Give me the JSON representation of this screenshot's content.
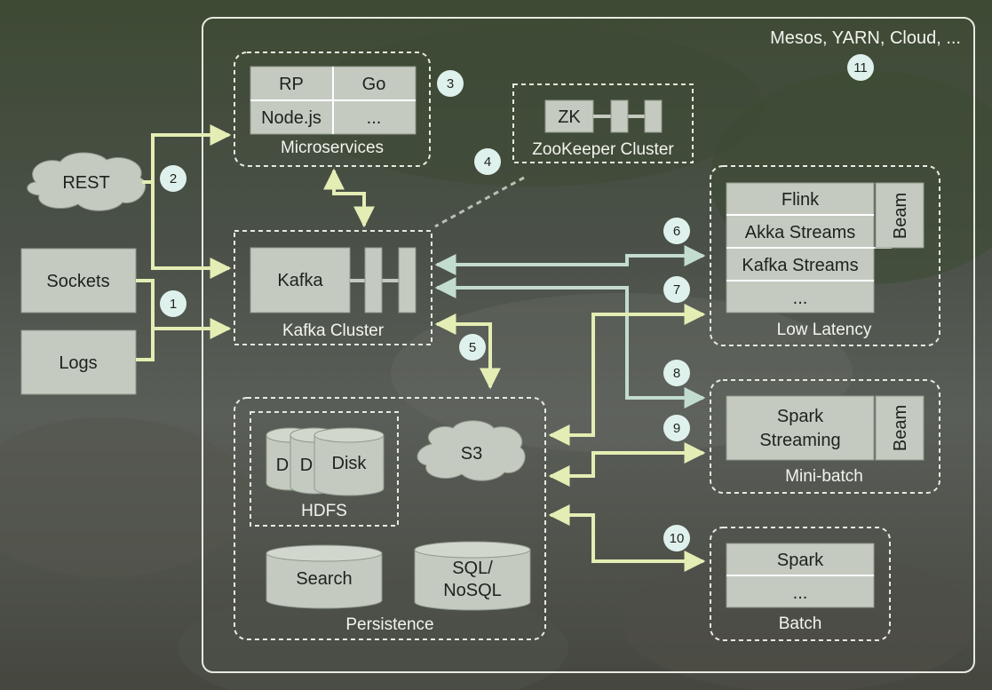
{
  "platform": {
    "label": "Mesos, YARN, Cloud, ...",
    "badge": "11"
  },
  "sources": {
    "rest": "REST",
    "sockets": "Sockets",
    "logs": "Logs"
  },
  "microservices": {
    "caption": "Microservices",
    "cells": [
      "RP",
      "Go",
      "Node.js",
      "..."
    ],
    "badge": "3"
  },
  "zookeeper": {
    "caption": "ZooKeeper Cluster",
    "node": "ZK",
    "badge": "4"
  },
  "kafka": {
    "caption": "Kafka Cluster",
    "node": "Kafka"
  },
  "low_latency": {
    "caption": "Low Latency",
    "engines": [
      "Flink",
      "Akka Streams",
      "Kafka Streams",
      "..."
    ],
    "beam": "Beam"
  },
  "mini_batch": {
    "caption": "Mini-batch",
    "engine_line1": "Spark",
    "engine_line2": "Streaming",
    "beam": "Beam"
  },
  "batch": {
    "caption": "Batch",
    "engines": [
      "Spark",
      "..."
    ]
  },
  "persistence": {
    "caption": "Persistence",
    "hdfs_caption": "HDFS",
    "disk_partial": "D",
    "disk": "Disk",
    "s3": "S3",
    "search": "Search",
    "sql_line1": "SQL/",
    "sql_line2": "NoSQL"
  },
  "badges": {
    "b1": "1",
    "b2": "2",
    "b5": "5",
    "b6": "6",
    "b7": "7",
    "b8": "8",
    "b9": "9",
    "b10": "10"
  },
  "colors": {
    "arrow_yellow": "#e4edb4",
    "arrow_teal": "#c3dcd0",
    "box_fill": "#c4cac0",
    "box_stroke": "#8f978a",
    "badge_fill": "#dff1ec",
    "dashed_stroke": "#e6ebe0"
  }
}
